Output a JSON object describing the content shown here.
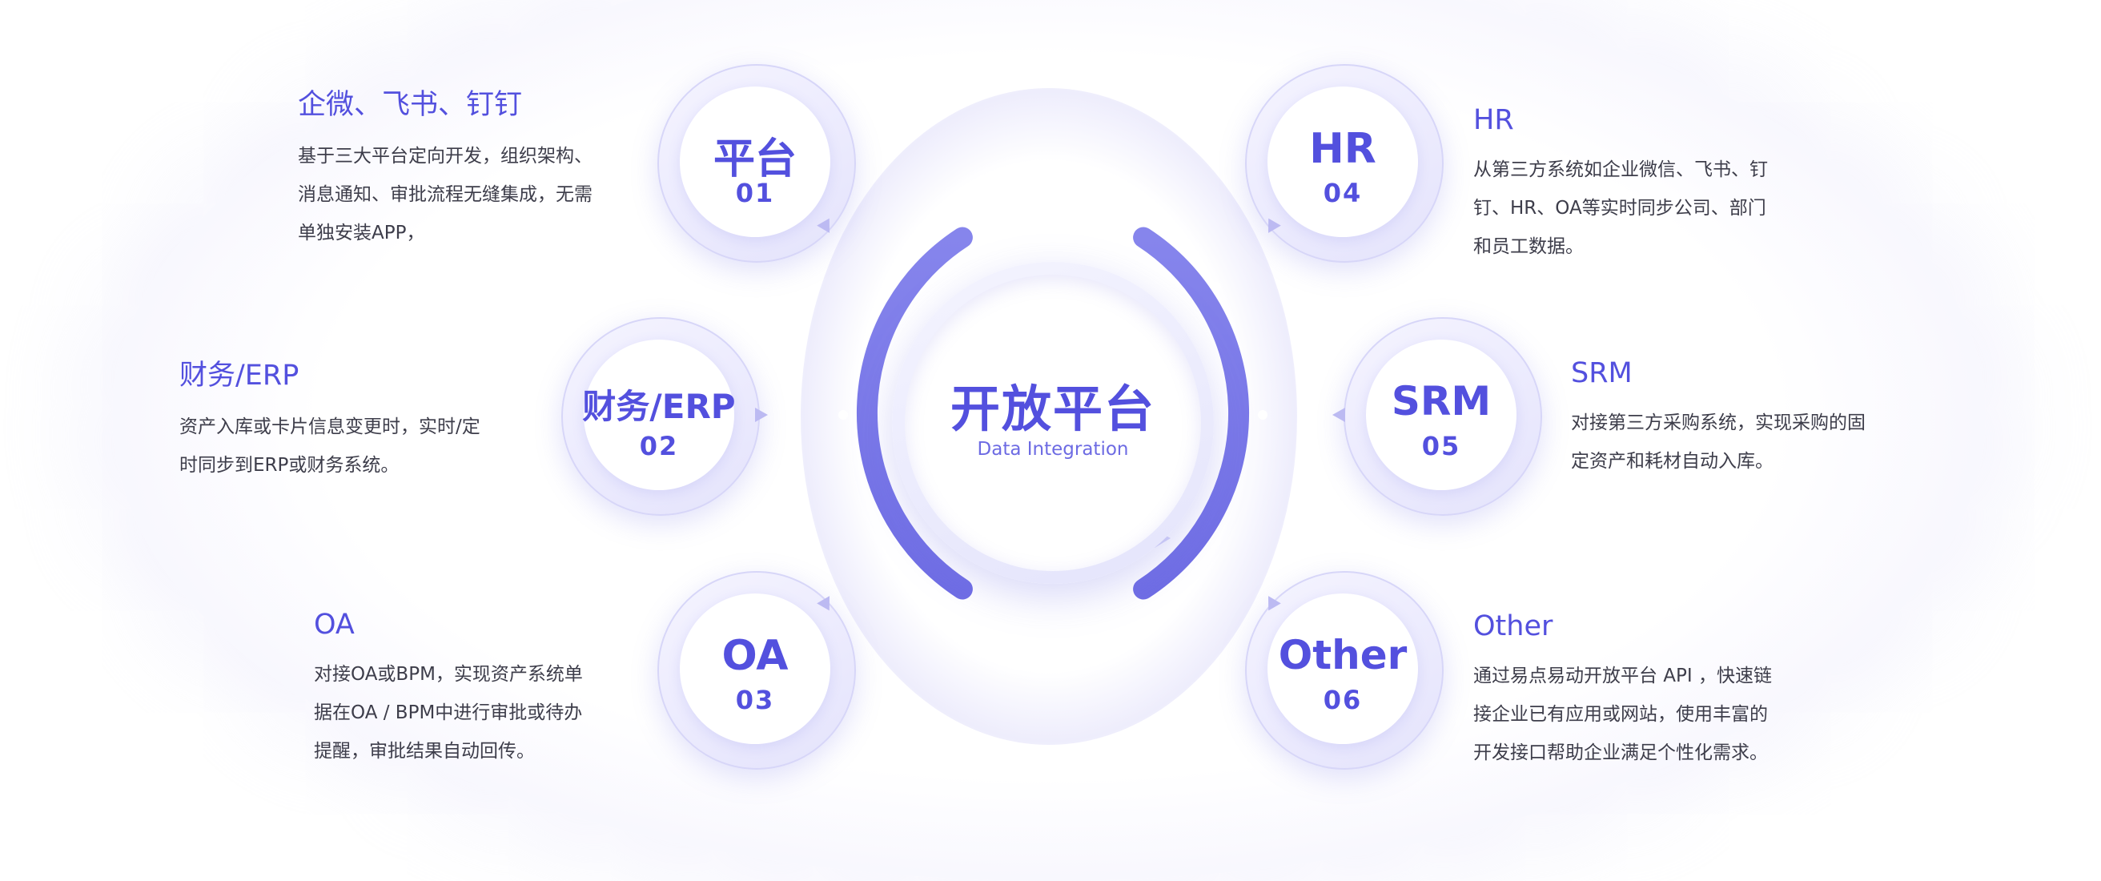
{
  "center": {
    "title": "开放平台",
    "subtitle": "Data Integration"
  },
  "nodes": [
    {
      "label": "平台",
      "num": "01"
    },
    {
      "label": "财务/ERP",
      "num": "02"
    },
    {
      "label": "OA",
      "num": "03"
    },
    {
      "label": "HR",
      "num": "04"
    },
    {
      "label": "SRM",
      "num": "05"
    },
    {
      "label": "Other",
      "num": "06"
    }
  ],
  "descriptions": [
    {
      "title": "企微、飞书、钉钉",
      "lines": [
        " 基于三大平台定向开发，组织架构、",
        "消息通知、审批流程无缝集成，无需",
        "单独安装APP，"
      ]
    },
    {
      "title": "财务/ERP",
      "lines": [
        "资产入库或卡片信息变更时，实时/定",
        "时同步到ERP或财务系统。"
      ]
    },
    {
      "title": "OA",
      "lines": [
        "对接OA或BPM，实现资产系统单",
        "据在OA / BPM中进行审批或待办",
        "提醒，审批结果自动回传。"
      ]
    },
    {
      "title": "HR",
      "lines": [
        "从第三方系统如企业微信、飞书、钉",
        "钉、HR、OA等实时同步公司、部门",
        "和员工数据。"
      ]
    },
    {
      "title": "SRM",
      "lines": [
        "对接第三方采购系统，实现采购的固",
        "定资产和耗材自动入库。"
      ]
    },
    {
      "title": "Other",
      "lines": [
        "通过易点易动开放平台 API ，快速链",
        "接企业已有应用或网站，使用丰富的",
        "开发接口帮助企业满足个性化需求。"
      ]
    }
  ],
  "colors": {
    "accent": "#5350de",
    "arc": "#7f7ee8",
    "text": "#3d3d4a"
  }
}
